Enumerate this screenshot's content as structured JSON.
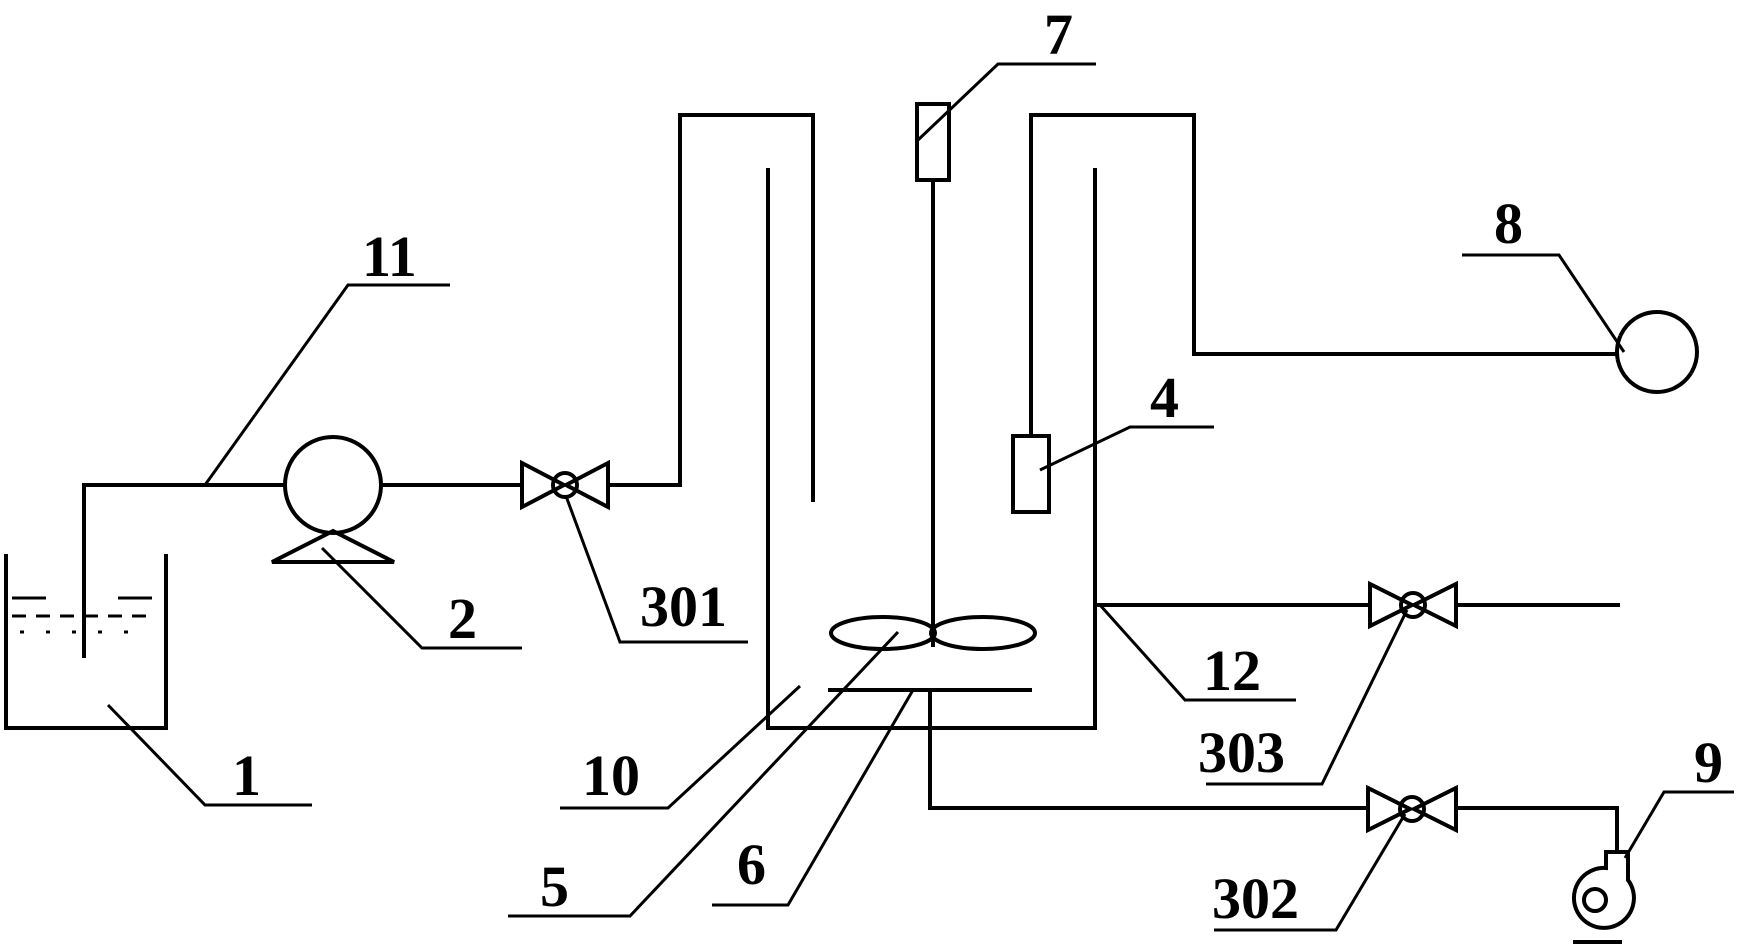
{
  "labels": {
    "l1": "1",
    "l2": "2",
    "l4": "4",
    "l5": "5",
    "l6": "6",
    "l7": "7",
    "l8": "8",
    "l9": "9",
    "l10": "10",
    "l11": "11",
    "l12": "12",
    "l301": "301",
    "l302": "302",
    "l303": "303"
  }
}
